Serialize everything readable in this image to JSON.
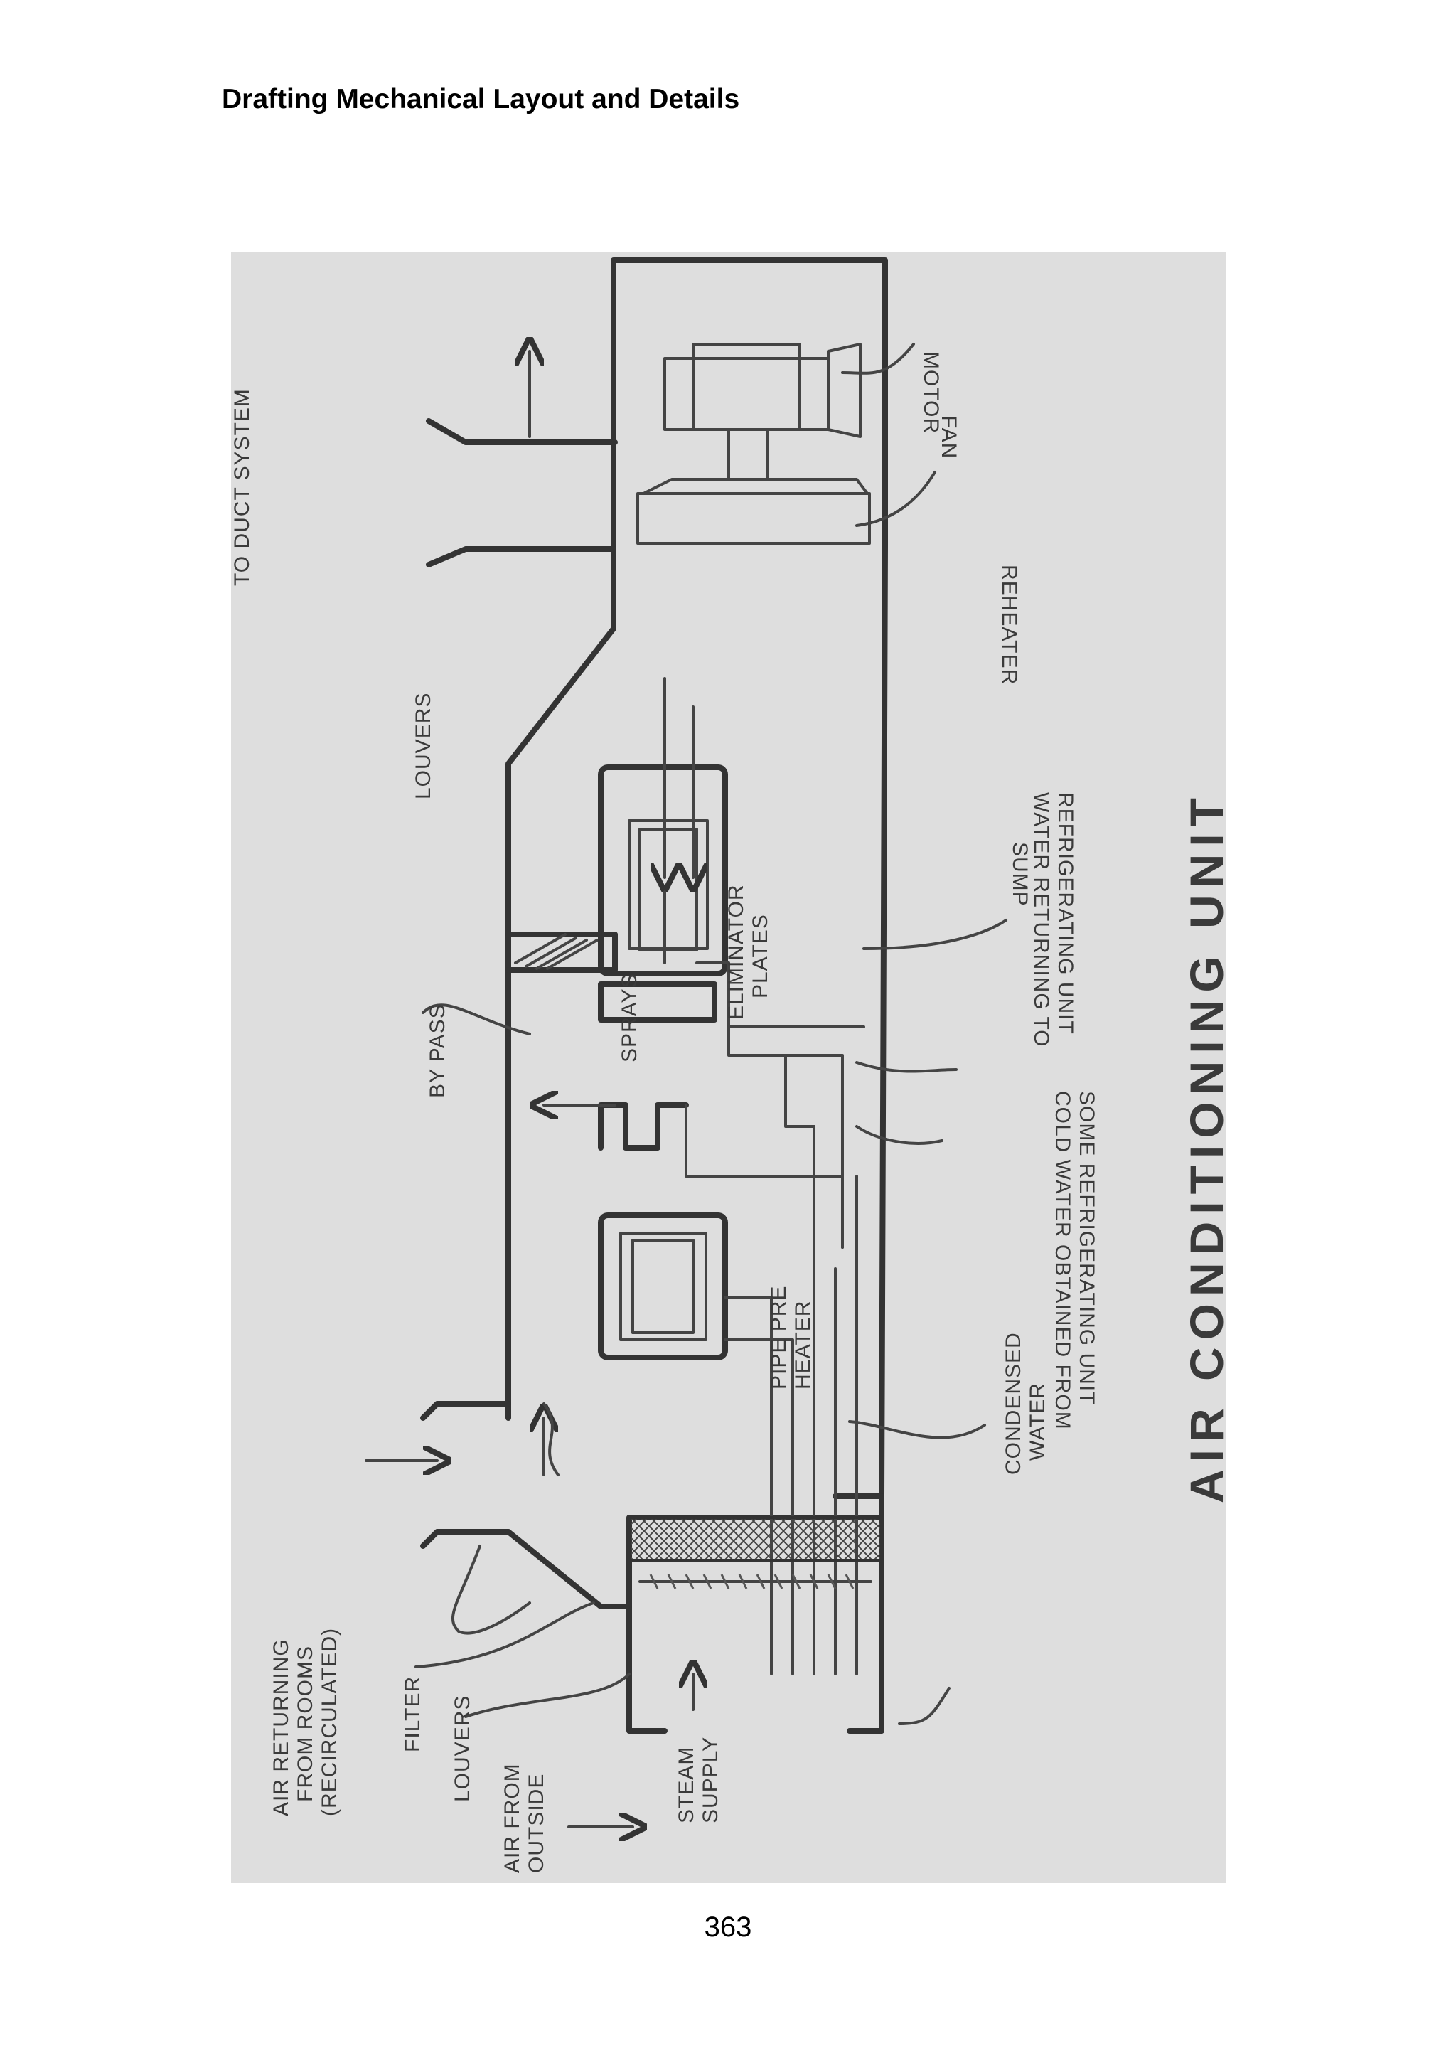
{
  "page": {
    "header": "Drafting Mechanical Layout and Details",
    "page_number": "363"
  },
  "figure": {
    "title": "AIR CONDITIONING UNIT",
    "labels": {
      "to_duct_system": "TO DUCT SYSTEM",
      "motor": "MOTOR",
      "fan": "FAN",
      "reheater": "REHEATER",
      "louvers_top": "LOUVERS",
      "sump": "SUMP",
      "water_returning_1": "WATER RETURNING TO",
      "water_returning_2": "REFRIGERATING UNIT",
      "eliminator_plates_1": "ELIMINATOR",
      "eliminator_plates_2": "PLATES",
      "sprays": "SPRAYS",
      "by_pass": "BY PASS",
      "cold_water_1": "COLD WATER OBTAINED FROM",
      "cold_water_2": "SOME REFRIGERATING UNIT",
      "pipe_pre_heater_1": "PIPE PRE",
      "pipe_pre_heater_2": "HEATER",
      "condensed_water_1": "CONDENSED",
      "condensed_water_2": "WATER",
      "air_returning_1": "AIR RETURNING",
      "air_returning_2": "FROM ROOMS",
      "air_returning_3": "(RECIRCULATED)",
      "filter": "FILTER",
      "louvers_bottom": "LOUVERS",
      "air_from_outside_1": "AIR FROM",
      "air_from_outside_2": "OUTSIDE",
      "steam_supply_1": "STEAM",
      "steam_supply_2": "SUPPLY"
    }
  }
}
